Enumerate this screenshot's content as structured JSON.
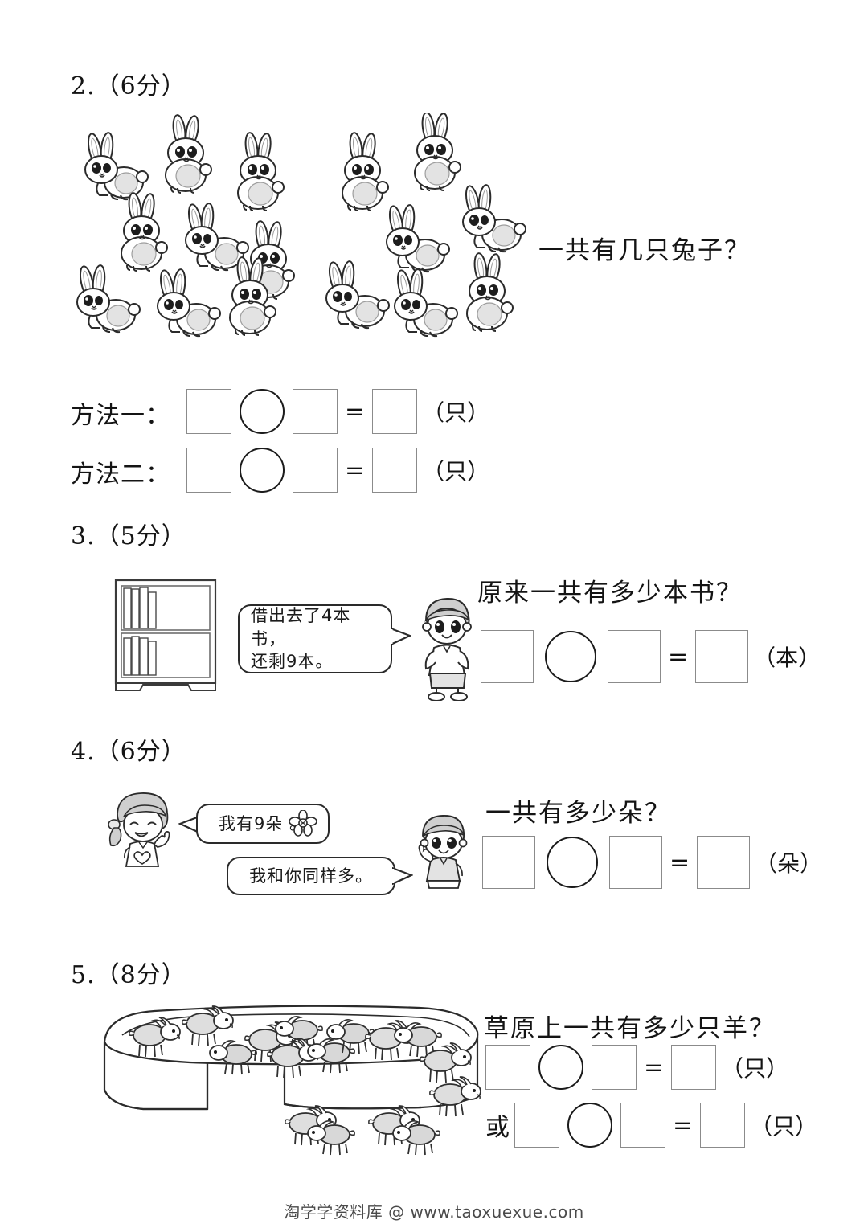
{
  "page": {
    "footer_text": "淘学学资料库 @ www.taoxuexue.com",
    "background": "#ffffff",
    "ink": "#141414"
  },
  "questions": [
    {
      "number": "2.（6分）",
      "prompt": "一共有几只兔子？",
      "illustration": "rabbits",
      "rabbits": {
        "left_group": 9,
        "right_group": 7,
        "total": 16
      },
      "answer_rows": [
        {
          "label": "方法一：",
          "op_boxes": 2,
          "equals": "=",
          "result_boxes": 1,
          "unit": "（只）"
        },
        {
          "label": "方法二：",
          "op_boxes": 2,
          "equals": "=",
          "result_boxes": 1,
          "unit": "（只）"
        }
      ]
    },
    {
      "number": "3.（5分）",
      "prompt": "原来一共有多少本书？",
      "illustration": "bookshelf-and-boy",
      "bubble": "借出去了4本书，\n还剩9本。",
      "answer_rows": [
        {
          "label": "",
          "op_boxes": 2,
          "equals": "=",
          "result_boxes": 1,
          "unit": "（本）"
        }
      ]
    },
    {
      "number": "4.（6分）",
      "prompt": "一共有多少朵？",
      "illustration": "girl-and-boy-flowers",
      "bubble_girl": "我有9朵   。",
      "bubble_boy": "我和你同样多。",
      "answer_rows": [
        {
          "label": "",
          "op_boxes": 2,
          "equals": "=",
          "result_boxes": 1,
          "unit": "（朵）"
        }
      ]
    },
    {
      "number": "5.（8分）",
      "prompt": "草原上一共有多少只羊？",
      "illustration": "sheep-pen",
      "answer_rows": [
        {
          "label": "",
          "op_boxes": 2,
          "equals": "=",
          "result_boxes": 1,
          "unit": "（只）"
        },
        {
          "label": "或",
          "op_boxes": 2,
          "equals": "=",
          "result_boxes": 1,
          "unit": "（只）"
        }
      ]
    }
  ]
}
